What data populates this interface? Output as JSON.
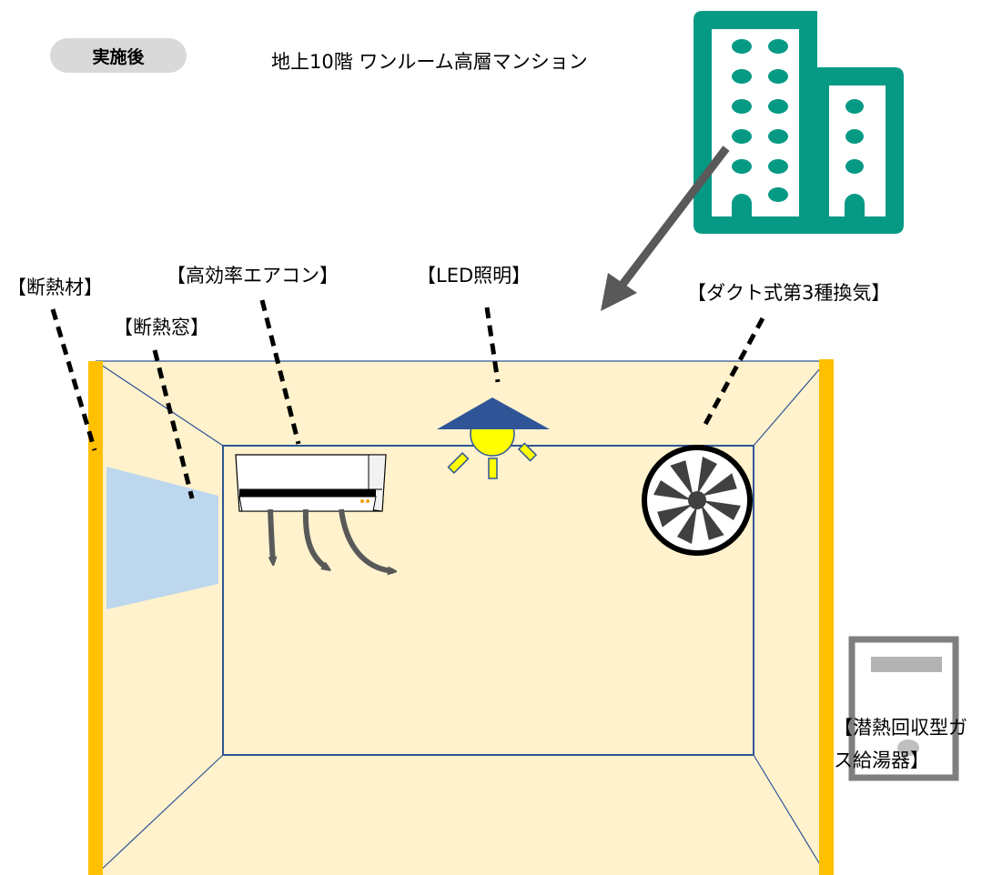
{
  "header": {
    "badge": "実施後",
    "subtitle": "地上10階 ワンルーム高層マンション"
  },
  "labels": {
    "insulation": "【断熱材】",
    "window": "【断熱窓】",
    "aircon": "【高効率エアコン】",
    "led": "【LED照明】",
    "vent": "【ダクト式第3種換気】",
    "heater": "【潜熱回収型ガス給湯器】"
  },
  "colors": {
    "building": "#069a84",
    "room_fill": "#fff2cc",
    "room_line": "#2f5597",
    "insulation": "#ffc000",
    "window": "#bdd7ee",
    "lamp_shade": "#2f5597",
    "bulb": "#ffff00",
    "arrow": "#595959"
  },
  "icons": [
    "building-icon",
    "air-conditioner-icon",
    "led-lamp-icon",
    "ventilation-fan-icon",
    "water-heater-icon"
  ]
}
